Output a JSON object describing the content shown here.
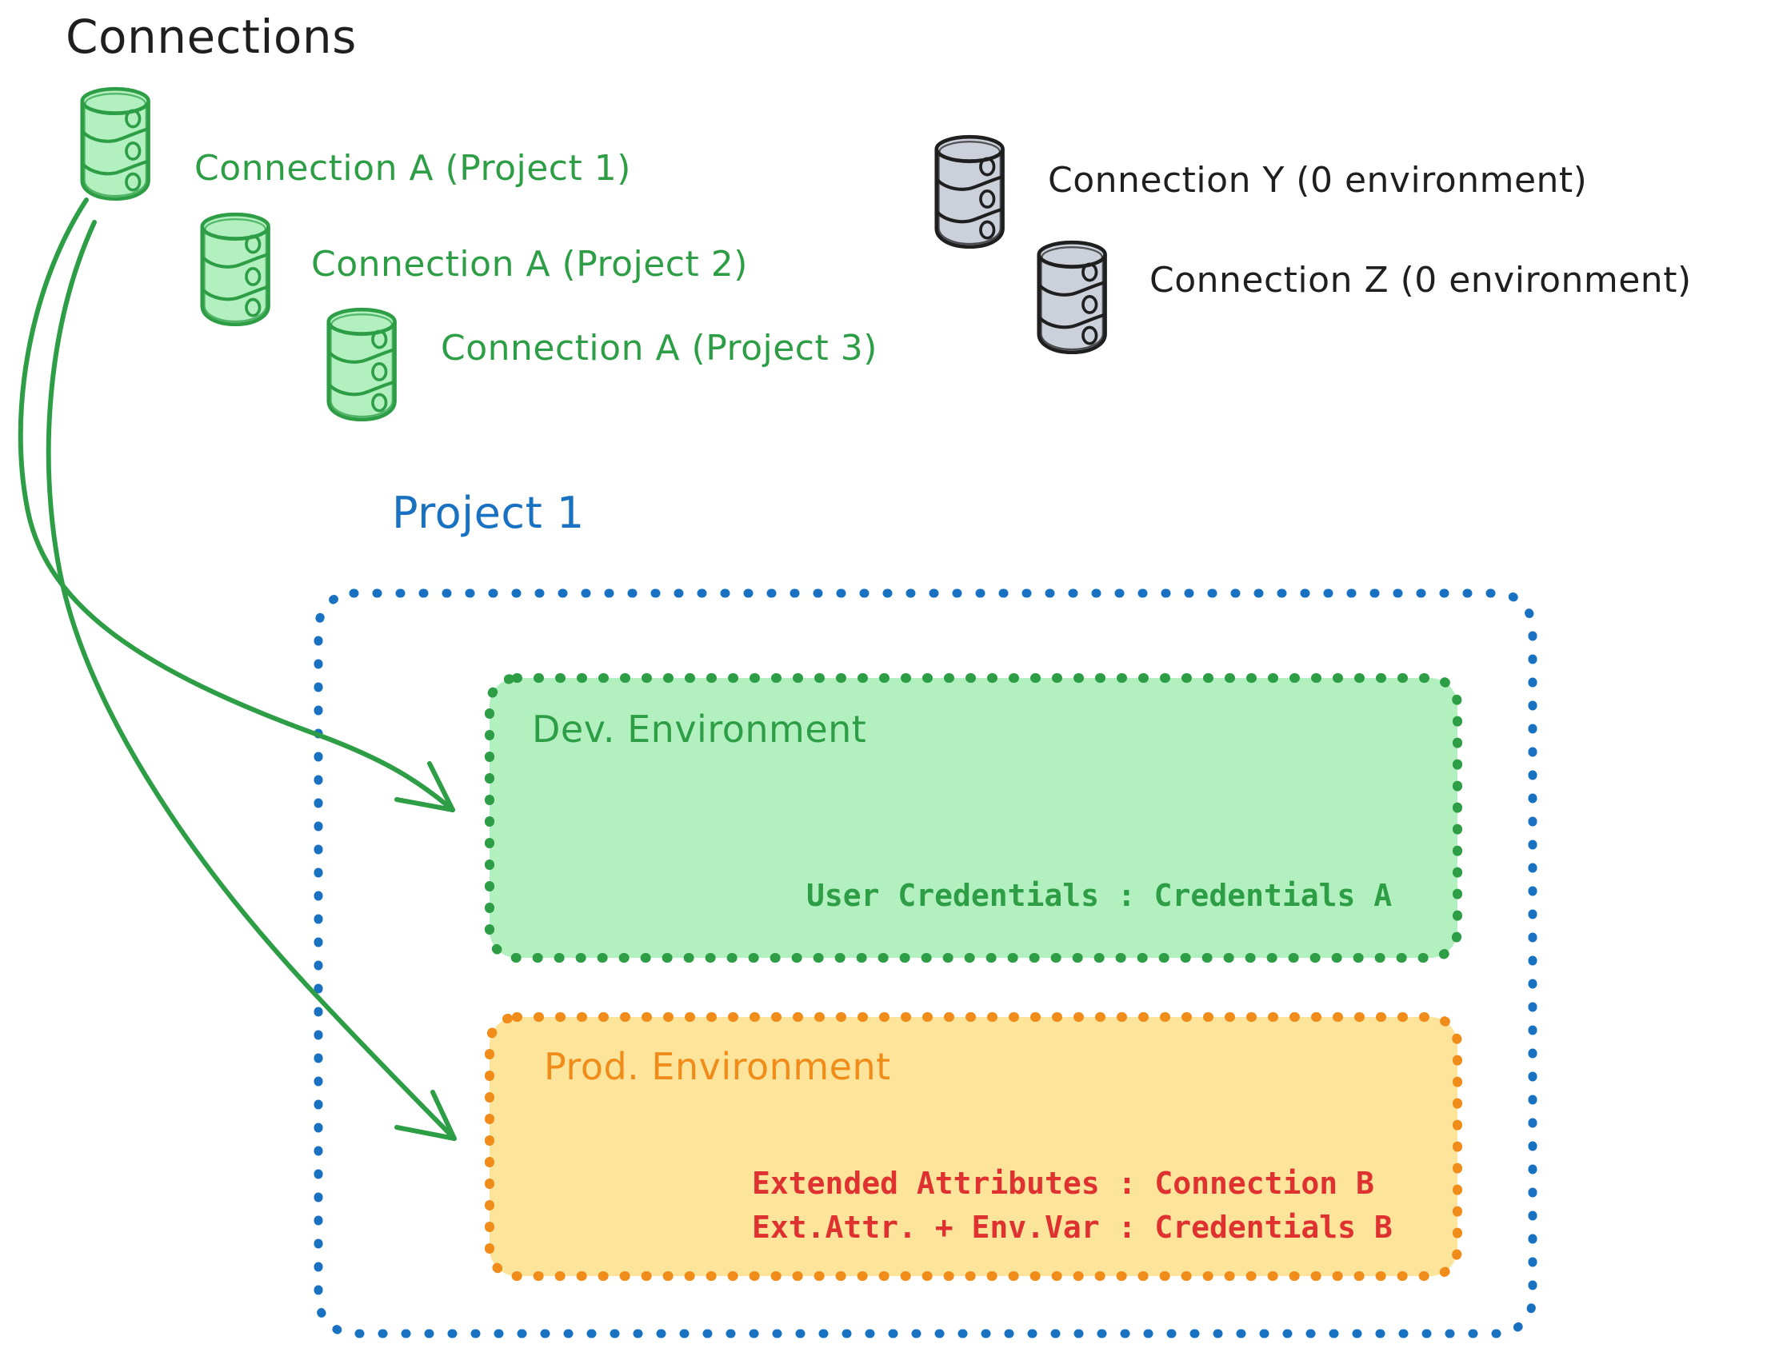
{
  "diagram": {
    "title": "Connections",
    "background": "#ffffff"
  },
  "colors": {
    "green_stroke": "#2e9e46",
    "green_fill": "#b2f0c0",
    "gray_fill": "#ccd0da",
    "gray_stroke": "#1f1f1f",
    "blue": "#1971c2",
    "orange": "#f08c1a",
    "yellow_fill": "#fde49b",
    "red": "#e03131",
    "black": "#1f1f1f"
  },
  "connections": {
    "heading": "Connections",
    "green_items": [
      {
        "label": "Connection A (Project 1)",
        "icon": "database-cylinder-icon",
        "color": "#2e9e46"
      },
      {
        "label": "Connection A (Project 2)",
        "icon": "database-cylinder-icon",
        "color": "#2e9e46"
      },
      {
        "label": "Connection A (Project 3)",
        "icon": "database-cylinder-icon",
        "color": "#2e9e46"
      }
    ],
    "gray_items": [
      {
        "label": "Connection Y (0 environment)",
        "icon": "database-cylinder-icon",
        "color": "#1f1f1f"
      },
      {
        "label": "Connection Z (0 environment)",
        "icon": "database-cylinder-icon",
        "color": "#1f1f1f"
      }
    ]
  },
  "project": {
    "title": "Project 1",
    "border_color": "#1971c2",
    "environments": [
      {
        "name": "Dev. Environment",
        "fill": "#b2f0c0",
        "border": "#2e9e46",
        "text_color": "#2e9e46",
        "lines": [
          "User Credentials : Credentials A"
        ]
      },
      {
        "name": "Prod. Environment",
        "fill": "#fde49b",
        "border": "#f08c1a",
        "text_color": "#e03131",
        "lines": [
          "Extended Attributes : Connection B",
          "Ext.Attr. + Env.Var : Credentials B"
        ]
      }
    ]
  },
  "arrows": [
    {
      "from": "Connection A (Project 1)",
      "to": "Dev. Environment",
      "color": "#2e9e46"
    },
    {
      "from": "Connection A (Project 1)",
      "to": "Prod. Environment",
      "color": "#2e9e46"
    }
  ]
}
